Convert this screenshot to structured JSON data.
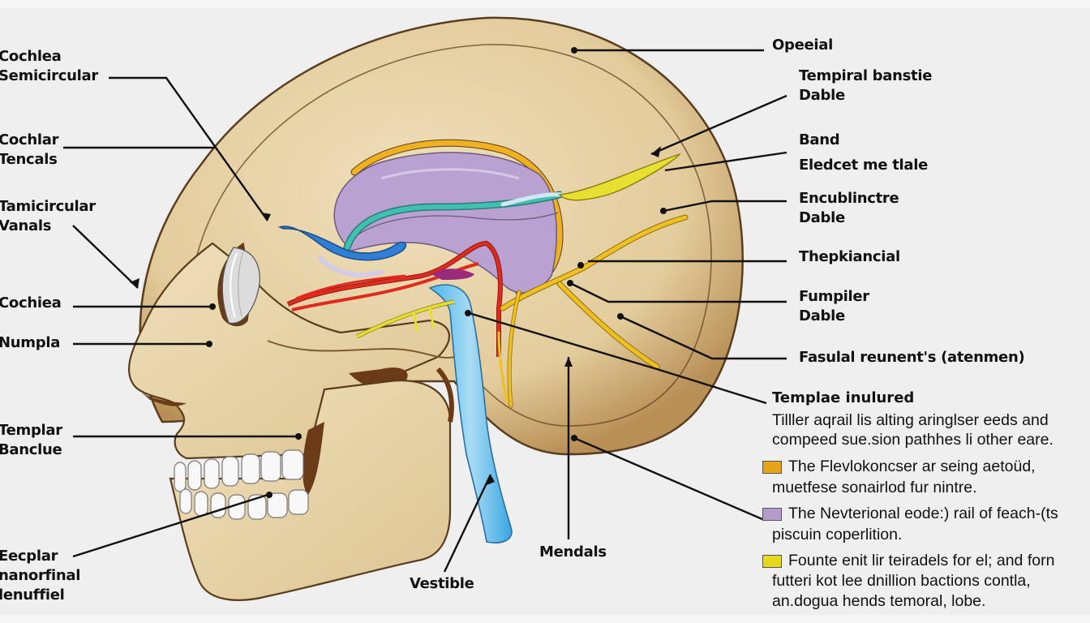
{
  "diagram": {
    "subject": "Lateral skull with ear/nerve anatomy",
    "colors": {
      "background": "#efefef",
      "bone": "#e8d5ac",
      "bone_shadow": "#b58e55",
      "bone_outline": "#5a3d1e",
      "cavity_dark": "#6b3a17",
      "purple_structure": "#b9a2d2",
      "teal_structure": "#3fc0b0",
      "blue_structure": "#2f7fd6",
      "light_blue_structure": "#6ec6ee",
      "red_vessels": "#e02a1e",
      "orange_nerve": "#f0b020",
      "yellow_nerve": "#e8e030",
      "teeth": "#f8f8f8"
    },
    "left_labels": [
      {
        "id": "cochlea-semicircular",
        "lines": [
          "Cochlea",
          "Semicircular"
        ]
      },
      {
        "id": "cochlar-tencals",
        "lines": [
          "Cochlar",
          "Tencals"
        ]
      },
      {
        "id": "tamicircular-vanals",
        "lines": [
          "Tamicircular",
          "Vanals"
        ]
      },
      {
        "id": "cochiea",
        "lines": [
          "Cochiea"
        ]
      },
      {
        "id": "numpla",
        "lines": [
          "Numpla"
        ]
      },
      {
        "id": "templar-banclue",
        "lines": [
          "Templar",
          "Banclue"
        ]
      },
      {
        "id": "eecplar",
        "lines": [
          "Eecplar",
          "nanorfinal",
          "lenuffiel"
        ]
      }
    ],
    "bottom_labels": [
      {
        "id": "vestible",
        "lines": [
          "Vestible"
        ]
      },
      {
        "id": "mendals",
        "lines": [
          "Mendals"
        ]
      }
    ],
    "right_labels": [
      {
        "id": "opeeial",
        "lines": [
          "Opeeial"
        ]
      },
      {
        "id": "tempiral-banstie",
        "lines": [
          "Tempiral banstie",
          "Dable"
        ]
      },
      {
        "id": "band",
        "lines": [
          "Band",
          "Eledcet me tlale"
        ]
      },
      {
        "id": "encublinctre",
        "lines": [
          "Encublinctre",
          "Dable"
        ]
      },
      {
        "id": "thepkiancial",
        "lines": [
          "Thepkiancial"
        ]
      },
      {
        "id": "fumpiler",
        "lines": [
          "Fumpiler",
          "Dable"
        ]
      },
      {
        "id": "fasulal",
        "lines": [
          "Fasulal reunent's (atenmen)"
        ]
      }
    ],
    "legend": {
      "title": "Templae inulured",
      "intro": [
        "Tilller aqrail lis alting aringlser eeds and",
        "compeed sue.sion pathhes li other eare."
      ],
      "items": [
        {
          "color": "#e8a418",
          "lines": [
            "The Flevlokoncser ar seing aetoüd,",
            "muetfese sonairlod fur nintre."
          ]
        },
        {
          "color": "#b39bcc",
          "lines": [
            "The Nevterional eode:) rail of feach-(ts",
            "piscuin coperlition."
          ]
        },
        {
          "color": "#e6d81a",
          "lines": [
            "Founte enit lir teiradels for el; and forn",
            "futteri kot lee dnillion bactions contla,",
            "an.dogua hends temoral, lobe."
          ]
        }
      ]
    }
  }
}
